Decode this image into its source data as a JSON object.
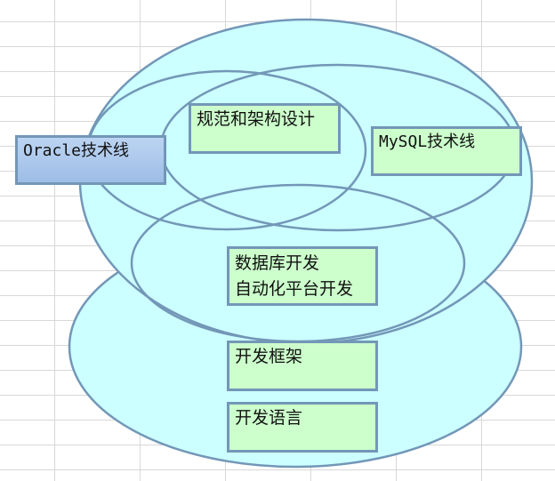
{
  "boxes": {
    "oracle": "Oracle技术线",
    "standards": "规范和架构设计",
    "mysql": "MySQL技术线",
    "db_dev_line1": "数据库开发",
    "db_dev_line2": "自动化平台开发",
    "framework": "开发框架",
    "language": "开发语言"
  },
  "colors": {
    "ellipse_fill": "#ccffff",
    "stroke": "#7397b7",
    "box_fill": "#ccffcc",
    "oracle_fill": "#a9c6ec"
  }
}
